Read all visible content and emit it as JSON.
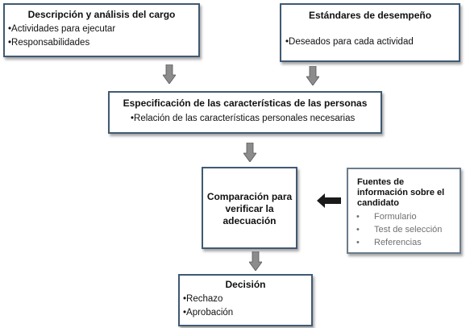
{
  "descripcion": {
    "title": "Descripción y análisis del cargo",
    "items": [
      "•Actividades para ejecutar",
      "•Responsabilidades"
    ]
  },
  "estandares": {
    "title": "Estándares de desempeño",
    "items": [
      "•Deseados para cada actividad"
    ]
  },
  "especificacion": {
    "title": "Especificación de las características de las personas",
    "items": [
      "•Relación de las características personales necesarias"
    ]
  },
  "comparacion": {
    "title_lines": [
      "Comparación para",
      "verificar la",
      "adecuación"
    ]
  },
  "fuentes": {
    "title_lines": [
      "Fuentes de",
      "información sobre el",
      "candidato"
    ],
    "bullet": "•",
    "items": [
      "Formulario",
      "Test de selección",
      "Referencias"
    ]
  },
  "decision": {
    "title": "Decisión",
    "items": [
      "•Rechazo",
      "•Aprobación"
    ]
  },
  "colors": {
    "box_border": "#3f5a73",
    "arrow_gray": "#8c8c8c",
    "arrow_dark": "#1a1a1a",
    "muted_text": "#707070"
  }
}
